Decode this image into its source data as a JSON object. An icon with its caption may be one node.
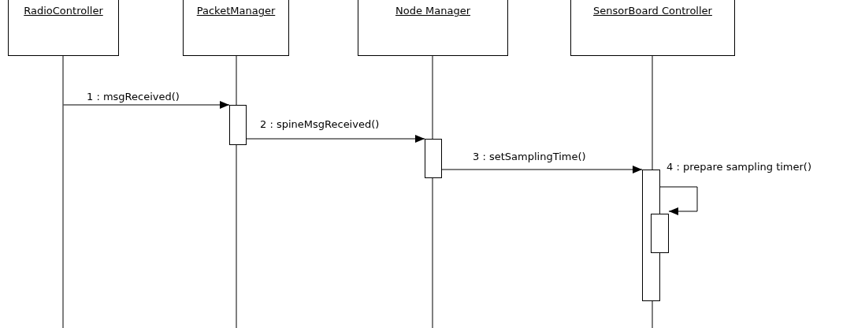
{
  "diagram": {
    "nodes": [
      {
        "text": [
          "RadioController"
        ]
      },
      {
        "text": [
          "PacketManager"
        ]
      },
      {
        "text": [
          "Node Manager"
        ]
      },
      {
        "text": [
          "SensorBoard Controller"
        ]
      },
      {
        "text": [],
        "shape": "bar"
      },
      {
        "text": [],
        "shape": "bar"
      },
      {
        "text": [],
        "shape": "bar"
      },
      {
        "text": [],
        "shape": "bar"
      }
    ],
    "edges": [
      {
        "from": 0,
        "to": 4,
        "arrow": "to",
        "label": "1 : msgReceived()"
      },
      {
        "from": 4,
        "to": 5,
        "arrow": "to",
        "label": "2 : spineMsgReceived()"
      },
      {
        "from": 5,
        "to": 6,
        "arrow": "to",
        "label": "3 : setSamplingTime()"
      },
      {
        "from": 6,
        "to": 7,
        "arrow": "to",
        "label": "4 : prepare sampling timer()"
      }
    ]
  }
}
